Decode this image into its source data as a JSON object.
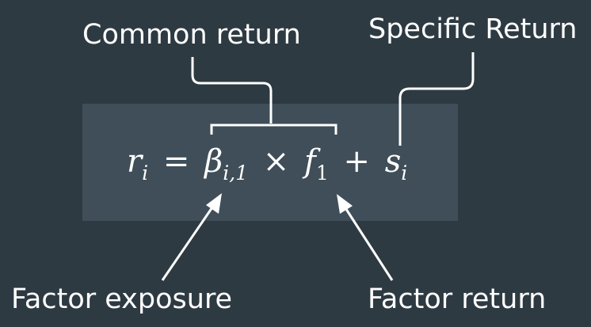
{
  "labels": {
    "common_return": "Common return",
    "specific_return": "Specific Return",
    "factor_exposure": "Factor exposure",
    "factor_return": "Factor return"
  },
  "equation": {
    "lhs_var": "r",
    "lhs_sub": "i",
    "equals": "=",
    "beta": "β",
    "beta_sub": "i,1",
    "times": "×",
    "f_var": "f",
    "f_sub": "1",
    "plus": "+",
    "s_var": "s",
    "s_sub": "i"
  },
  "colors": {
    "background": "#2e3a42",
    "equation_box": "#3f4e58",
    "foreground": "#ffffff"
  }
}
